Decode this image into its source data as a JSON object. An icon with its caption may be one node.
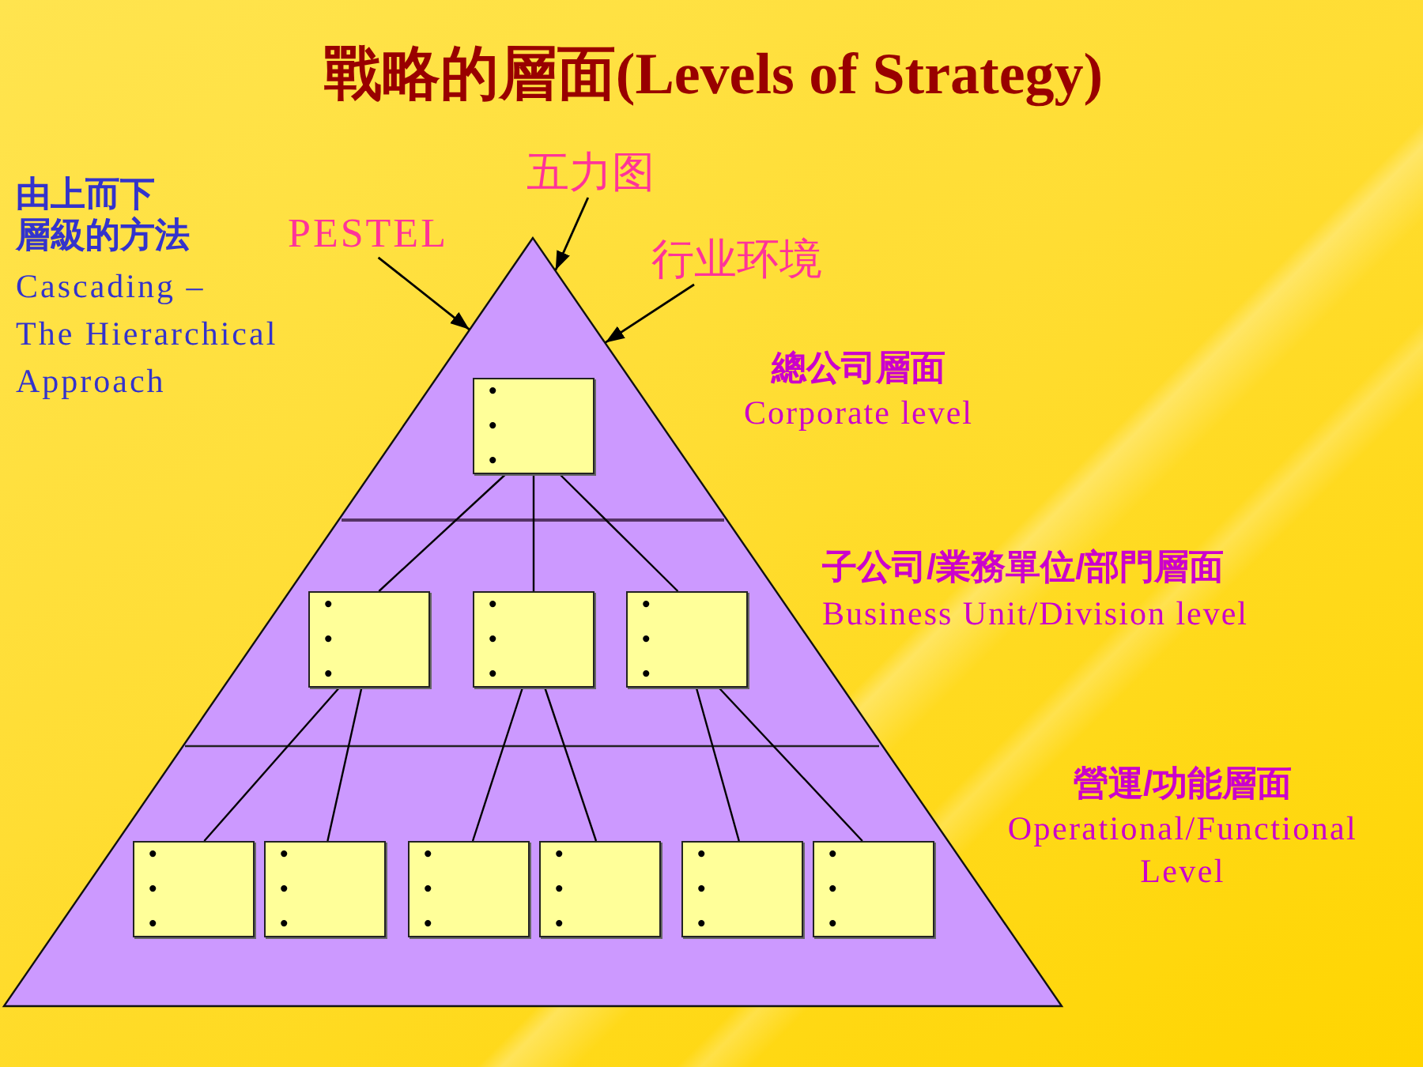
{
  "diagram": {
    "title": "戰略的層面(Levels of Strategy)",
    "nodes": [
      {
        "text": [
          "五力图"
        ]
      },
      {
        "text": [
          "PESTEL"
        ]
      },
      {
        "text": [
          "行业环境"
        ]
      },
      {
        "text": [],
        "shape": "triangle"
      },
      {
        "text": [
          "•",
          "•",
          "•"
        ],
        "in": 3
      },
      {
        "text": [
          "•",
          "•",
          "•"
        ],
        "in": 3
      },
      {
        "text": [
          "•",
          "•",
          "•"
        ],
        "in": 3
      },
      {
        "text": [
          "•",
          "•",
          "•"
        ],
        "in": 3
      },
      {
        "text": [
          "•",
          "•",
          "•"
        ],
        "in": 3
      },
      {
        "text": [
          "•",
          "•",
          "•"
        ],
        "in": 3
      },
      {
        "text": [
          "•",
          "•",
          "•"
        ],
        "in": 3
      },
      {
        "text": [
          "•",
          "•",
          "•"
        ],
        "in": 3
      },
      {
        "text": [
          "•",
          "•",
          "•"
        ],
        "in": 3
      },
      {
        "text": [
          "•",
          "•",
          "•"
        ],
        "in": 3
      }
    ],
    "edges": [
      {
        "from": 0,
        "to": 3,
        "arrow": "to"
      },
      {
        "from": 1,
        "to": 3,
        "arrow": "to"
      },
      {
        "from": 2,
        "to": 3,
        "arrow": "to"
      },
      {
        "from": 4,
        "to": 5,
        "arrow": "none"
      },
      {
        "from": 4,
        "to": 6,
        "arrow": "none"
      },
      {
        "from": 4,
        "to": 7,
        "arrow": "none"
      },
      {
        "from": 5,
        "to": 8,
        "arrow": "none"
      },
      {
        "from": 5,
        "to": 9,
        "arrow": "none"
      },
      {
        "from": 6,
        "to": 10,
        "arrow": "none"
      },
      {
        "from": 6,
        "to": 11,
        "arrow": "none"
      },
      {
        "from": 7,
        "to": 12,
        "arrow": "none"
      },
      {
        "from": 7,
        "to": 13,
        "arrow": "none"
      }
    ],
    "labels": [
      "由上而下層級的方法",
      "Cascading – The Hierarchical Approach",
      "總公司層面",
      "Corporate level",
      "子公司/業務單位/部門層面",
      "Business Unit/Division level",
      "營運/功能層面",
      "Operational/Functional Level"
    ]
  }
}
